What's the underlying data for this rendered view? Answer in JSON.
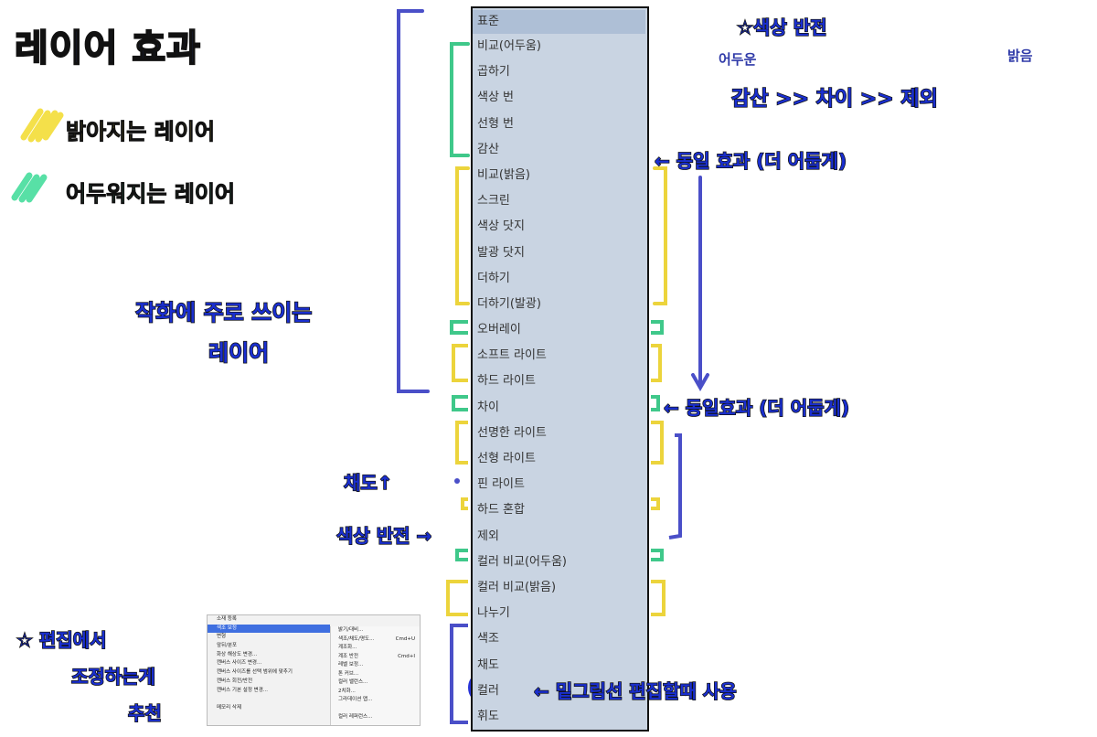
{
  "title": "레이어 효과",
  "legend": {
    "bright": "밝아지는 레이어",
    "dark": "어두워지는 레이어"
  },
  "blend_modes": [
    "표준",
    "비교(어두움)",
    "곱하기",
    "색상 번",
    "선형 번",
    "감산",
    "비교(밝음)",
    "스크린",
    "색상 닷지",
    "발광 닷지",
    "더하기",
    "더하기(발광)",
    "오버레이",
    "소프트 라이트",
    "하드 라이트",
    "차이",
    "선명한 라이트",
    "선형 라이트",
    "핀 라이트",
    "하드 혼합",
    "제외",
    "컬러 비교(어두움)",
    "컬러 비교(밝음)",
    "나누기",
    "색조",
    "채도",
    "컬러",
    "휘도"
  ],
  "selected_mode": "표준",
  "annotations": {
    "color_invert_title": "☆색상 반전",
    "dark_label": "어두운",
    "bright_label": "밝음",
    "chain": "감산 >> 차이 >> 제외",
    "same_effect_1": "← 동일 효과 (더 어둡게)",
    "same_effect_2": "← 동일효과 (더 어둡게)",
    "drawing_line1": "작화에 주로 쓰이는",
    "drawing_line2": "레이어",
    "saturation": "채도↑",
    "color_invert_arrow": "색상 반전 →",
    "line_fill": "← 밑그림선 편집할때 사용",
    "edit_line1": "☆ 편집에서",
    "edit_line2": "조정하는게",
    "edit_line3": "추천"
  },
  "mini_menu": {
    "col1": [
      "소재 등록",
      "색조 보정",
      "변형",
      "앞뒤/분포",
      "화상 해상도 변경...",
      "캔버스 사이즈 변경...",
      "캔버스 사이즈를 선택 범위에 맞추기",
      "캔버스 회전/반전",
      "캔버스 기본 설정 변경...",
      "",
      "메모리 삭제"
    ],
    "col2": [
      "밝기/대비...",
      "색조/채도/명도...",
      "계조화...",
      "계조 반전",
      "레벨 보정...",
      "톤 커브...",
      "컬러 밸런스...",
      "2치화...",
      "그라데이션 맵...",
      "",
      "컬러 레퍼런스..."
    ],
    "col2_shortcuts": [
      "",
      "Cmd+U",
      "",
      "Cmd+I",
      "",
      "",
      "",
      "",
      "",
      "",
      ""
    ],
    "highlighted": "색조 보정"
  }
}
